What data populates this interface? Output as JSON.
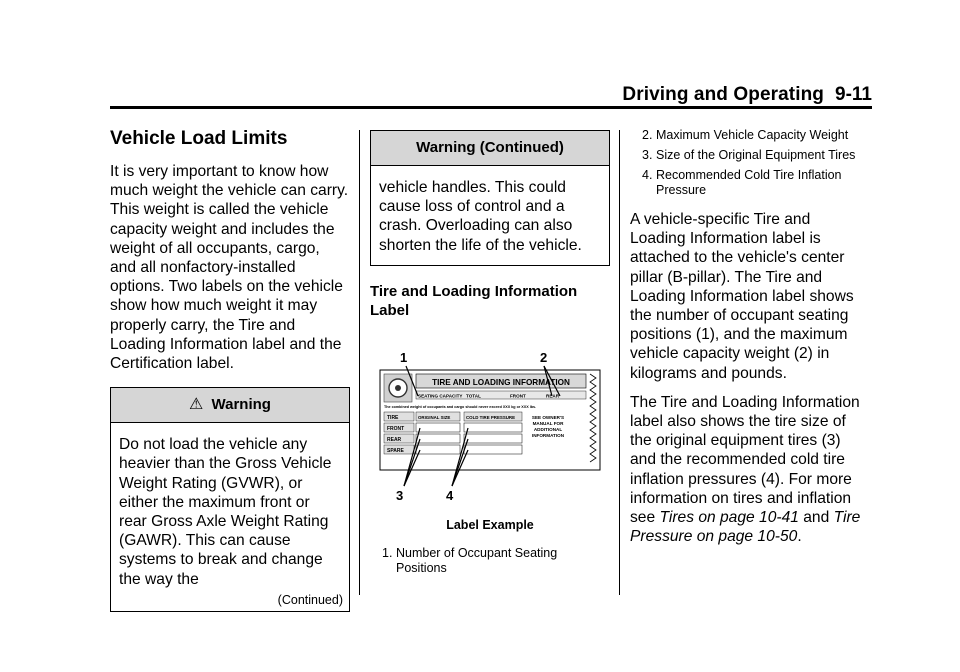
{
  "header": {
    "section": "Driving and Operating",
    "page": "9-11"
  },
  "col1": {
    "title": "Vehicle Load Limits",
    "intro": "It is very important to know how much weight the vehicle can carry. This weight is called the vehicle capacity weight and includes the weight of all occupants, cargo, and all nonfactory-installed options. Two labels on the vehicle show how much weight it may properly carry, the Tire and Loading Information label and the Certification label.",
    "warning": {
      "icon": "⚠",
      "title": "Warning",
      "body": "Do not load the vehicle any heavier than the Gross Vehicle Weight Rating (GVWR), or either the maximum front or rear Gross Axle Weight Rating (GAWR). This can cause systems to break and change the way the",
      "continued": "(Continued)"
    }
  },
  "col2": {
    "warning_cont": {
      "title": "Warning  (Continued)",
      "body": "vehicle handles. This could cause loss of control and a crash. Overloading can also shorten the life of the vehicle."
    },
    "subheading": "Tire and Loading Information Label",
    "figure": {
      "callouts": [
        "1",
        "2",
        "3",
        "4"
      ],
      "label_title": "TIRE AND LOADING INFORMATION",
      "col_headers": [
        "SEATING CAPACITY",
        "TOTAL",
        "FRONT",
        "REAR"
      ],
      "combined_text": "The combined weight of occupants and cargo should never exceed XXX kg or XXX lbs.",
      "row_labels": [
        "TIRE",
        "FRONT",
        "REAR",
        "SPARE"
      ],
      "size_header": "ORIGINAL SIZE",
      "pressure_header": "COLD TIRE PRESSURE",
      "owner_note": [
        "SEE OWNER'S",
        "MANUAL FOR",
        "ADDITIONAL",
        "INFORMATION"
      ],
      "caption": "Label Example"
    },
    "list": [
      {
        "num": "1.",
        "text": "Number of Occupant Seating Positions"
      }
    ]
  },
  "col3": {
    "list": [
      {
        "num": "2.",
        "text": "Maximum Vehicle Capacity Weight"
      },
      {
        "num": "3.",
        "text": "Size of the Original Equipment Tires"
      },
      {
        "num": "4.",
        "text": "Recommended Cold Tire Inflation Pressure"
      }
    ],
    "para1": "A vehicle-specific Tire and Loading Information label is attached to the vehicle's center pillar (B-pillar). The Tire and Loading Information label shows the number of occupant seating positions (1), and the maximum vehicle capacity weight (2) in kilograms and pounds.",
    "para2_text": "The Tire and Loading Information label also shows the tire size of the original equipment tires (3) and the recommended cold tire inflation pressures (4). For more information on tires and inflation see ",
    "para2_link1": "Tires on page 10-41",
    "para2_and": " and ",
    "para2_link2": "Tire Pressure on page 10-50",
    "para2_end": "."
  }
}
